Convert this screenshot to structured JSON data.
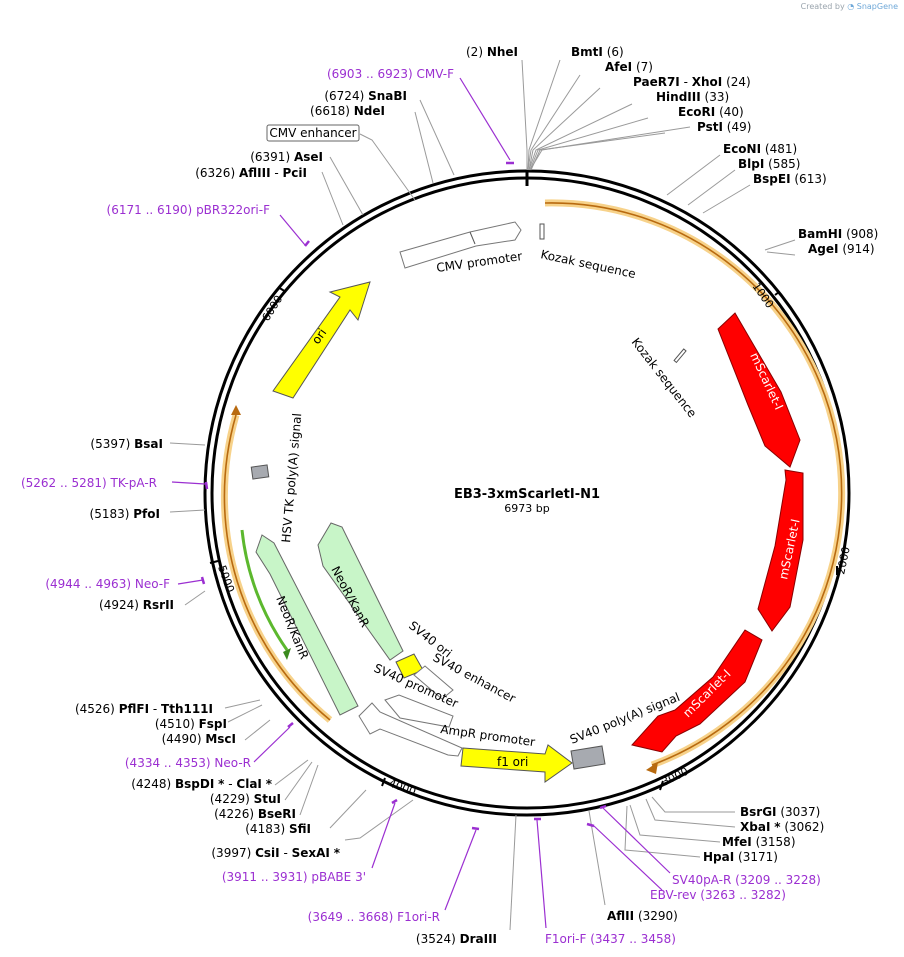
{
  "credit": {
    "prefix": "Created by",
    "brand": "SnapGene"
  },
  "plasmid": {
    "name": "EB3-3xmScarletI-N1",
    "length_label": "6973 bp"
  },
  "colors": {
    "primer": "#9b2fd1",
    "red": "#ff0000",
    "yellow": "#ffff00",
    "green": "#c8f5c8",
    "orange": "#f4a83a",
    "white": "#ffffff",
    "gray": "#a7aab0"
  },
  "sites": [
    {
      "pos": "(2)",
      "name": "NheI",
      "star": ""
    },
    {
      "name": "BmtI",
      "pos": "(6)",
      "star": ""
    },
    {
      "name": "AfeI",
      "pos": "(7)",
      "star": ""
    },
    {
      "name": "PaeR7I",
      "name2": "XhoI",
      "pos": "(24)",
      "star": ""
    },
    {
      "name": "HindIII",
      "pos": "(33)",
      "star": ""
    },
    {
      "name": "EcoRI",
      "pos": "(40)",
      "star": ""
    },
    {
      "name": "PstI",
      "pos": "(49)",
      "star": ""
    },
    {
      "name": "EcoNI",
      "pos": "(481)",
      "star": ""
    },
    {
      "name": "BlpI",
      "pos": "(585)",
      "star": ""
    },
    {
      "name": "BspEI",
      "pos": "(613)",
      "star": ""
    },
    {
      "name": "BamHI",
      "pos": "(908)",
      "star": ""
    },
    {
      "name": "AgeI",
      "pos": "(914)",
      "star": ""
    },
    {
      "name": "BsrGI",
      "pos": "(3037)",
      "star": ""
    },
    {
      "name": "XbaI",
      "pos": "(3062)",
      "star": "*"
    },
    {
      "name": "MfeI",
      "pos": "(3158)",
      "star": ""
    },
    {
      "name": "HpaI",
      "pos": "(3171)",
      "star": ""
    },
    {
      "name": "AflII",
      "pos": "(3290)",
      "star": ""
    },
    {
      "pos": "(3524)",
      "name": "DraIII",
      "star": ""
    },
    {
      "pos": "(3997)",
      "name": "CsiI",
      "name2": "SexAI",
      "star": "*"
    },
    {
      "pos": "(4183)",
      "name": "SfiI",
      "star": ""
    },
    {
      "pos": "(4226)",
      "name": "BseRI",
      "star": ""
    },
    {
      "pos": "(4229)",
      "name": "StuI",
      "star": ""
    },
    {
      "pos": "(4248)",
      "name": "BspDI",
      "name2": "ClaI",
      "star": "*"
    },
    {
      "pos": "(4490)",
      "name": "MscI",
      "star": ""
    },
    {
      "pos": "(4510)",
      "name": "FspI",
      "star": ""
    },
    {
      "pos": "(4526)",
      "name": "PflFI",
      "name2": "Tth111I",
      "star": ""
    },
    {
      "pos": "(4924)",
      "name": "RsrII",
      "star": ""
    },
    {
      "pos": "(5183)",
      "name": "PfoI",
      "star": ""
    },
    {
      "pos": "(5397)",
      "name": "BsaI",
      "star": ""
    },
    {
      "pos": "(6326)",
      "name": "AflIII",
      "name2": "PciI",
      "star": ""
    },
    {
      "pos": "(6391)",
      "name": "AseI",
      "star": ""
    },
    {
      "pos": "(6618)",
      "name": "NdeI",
      "star": ""
    },
    {
      "pos": "(6724)",
      "name": "SnaBI",
      "star": ""
    }
  ],
  "primers": [
    {
      "range": "(6903 .. 6923)",
      "name": "CMV-F"
    },
    {
      "range": "(6171 .. 6190)",
      "name": "pBR322ori-F"
    },
    {
      "range": "(5262 .. 5281)",
      "name": "TK-pA-R"
    },
    {
      "range": "(4944 .. 4963)",
      "name": "Neo-F"
    },
    {
      "range": "(4334 .. 4353)",
      "name": "Neo-R"
    },
    {
      "range": "(3911 .. 3931)",
      "name": "pBABE 3'"
    },
    {
      "range": "(3649 .. 3668)",
      "name": "F1ori-R"
    },
    {
      "range": "(3437 .. 3458)",
      "name": "F1ori-F"
    },
    {
      "range": "(3263 .. 3282)",
      "name": "EBV-rev"
    },
    {
      "range": "(3209 .. 3228)",
      "name": "SV40pA-R"
    }
  ],
  "boxed_feature": "CMV enhancer",
  "features": {
    "cmv_promoter": "CMV promoter",
    "kozak_outer": "Kozak sequence",
    "kozak_inner": "Kozak sequence",
    "mscarlet1": "mScarlet-I",
    "mscarlet2": "mScarlet-I",
    "mscarlet3": "mScarlet-I",
    "sv40_polya": "SV40 poly(A) signal",
    "f1_ori": "f1 ori",
    "ampr_promoter": "AmpR promoter",
    "sv40_promoter_outer": "SV40 promoter",
    "sv40_promoter_inner": "SV40 promoter",
    "sv40_ori": "SV40 ori",
    "sv40_enhancer": "SV40 enhancer",
    "neokan_inner": "NeoR/KanR",
    "neokan_outer": "NeoR/KanR",
    "hsv_tk": "HSV TK poly(A) signal",
    "ori": "ori"
  },
  "ticks": [
    "1000",
    "2000",
    "3000",
    "4000",
    "5000",
    "6000"
  ]
}
